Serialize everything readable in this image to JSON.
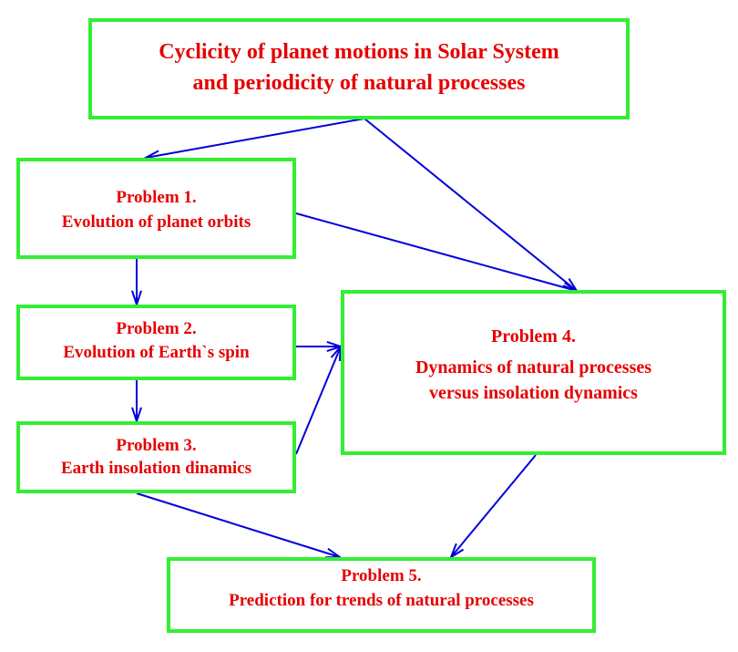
{
  "boxes": {
    "main": {
      "line1": "Cyclicity of planet motions in Solar System",
      "line2": "and periodicity of natural processes"
    },
    "p1": {
      "title": "Problem 1.",
      "text": "Evolution of planet orbits"
    },
    "p2": {
      "title": "Problem 2.",
      "text": "Evolution of Earth`s spin"
    },
    "p3": {
      "title": "Problem 3.",
      "text": "Earth insolation dinamics"
    },
    "p4": {
      "title": "Problem 4.",
      "line1": "Dynamics of natural processes",
      "line2": "versus insolation dynamics"
    },
    "p5": {
      "title": "Problem 5.",
      "text": "Prediction for trends of natural processes"
    }
  },
  "colors": {
    "box_border": "#33ee33",
    "text": "#e60000",
    "arrow": "#0000dd"
  }
}
